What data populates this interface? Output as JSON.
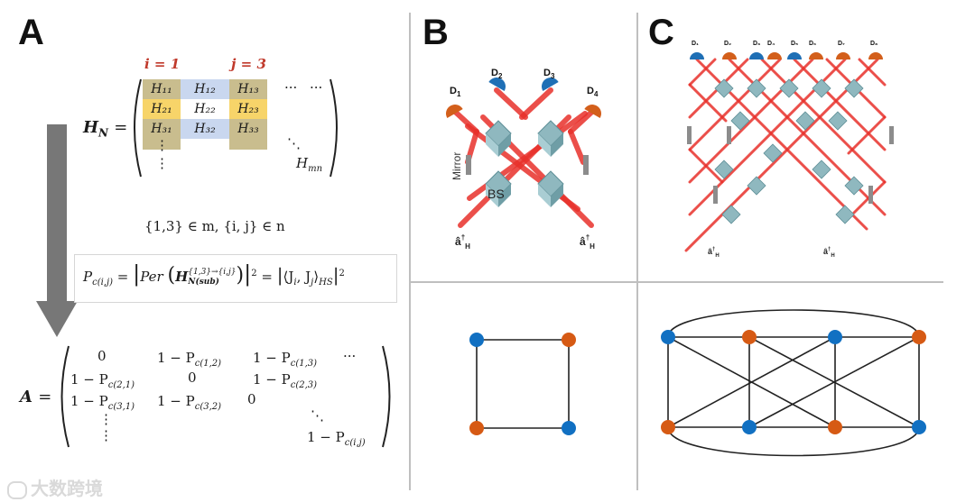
{
  "panels": {
    "a": "A",
    "b": "B",
    "c": "C"
  },
  "panel_a": {
    "i_label": "i = 1",
    "j_label": "j = 3",
    "hn_lhs": "H",
    "hn_sub": "N",
    "equals": "=",
    "cells": {
      "h11": "H₁₁",
      "h12": "H₁₂",
      "h13": "H₁₃",
      "h21": "H₂₁",
      "h22": "H₂₂",
      "h23": "H₂₃",
      "h31": "H₃₁",
      "h32": "H₃₂",
      "h33": "H₃₃",
      "hmn": "H",
      "hmn_sub": "mn",
      "dots": "···",
      "vdots": "⋮",
      "ddots": "⋱"
    },
    "set_line": "{1,3} ∈ m,    {i, j} ∈ n",
    "formula": {
      "p": "P",
      "p_sub": "c(i,j)",
      "eq1": "=",
      "per": "Per",
      "h": "H",
      "h_sup": "{1,3}→{i,j}",
      "h_sub": "N(sub)",
      "sq": "2",
      "eq2": "=",
      "inner": "⟨J",
      "inner_i": "i",
      "inner_mid": ", J",
      "inner_j": "j",
      "inner_end": "⟩",
      "hs": "HS",
      "sq2": "2"
    },
    "a_lhs": "A",
    "a_matrix": {
      "r1": [
        "0",
        "1 − P",
        "c(1,2)",
        "1 − P",
        "c(1,3)",
        "···"
      ],
      "r2": [
        "1 − P",
        "c(2,1)",
        "0",
        "1 − P",
        "c(2,3)"
      ],
      "r3": [
        "1 − P",
        "c(3,1)",
        "1 − P",
        "c(3,2)",
        "0"
      ],
      "last": [
        "1 − P",
        "c(i,j)"
      ]
    }
  },
  "panel_b": {
    "detectors": [
      "D",
      "D",
      "D",
      "D"
    ],
    "detector_subs": [
      "1",
      "2",
      "3",
      "4"
    ],
    "mirror_label": "Mirror",
    "bs_label": "BS",
    "input_left": "â",
    "input_right": "â",
    "input_sup": "†",
    "input_sub": "H"
  },
  "panel_c": {
    "detectors": [
      "D₁",
      "D₂",
      "D₃",
      "D₄",
      "D₅",
      "D₆",
      "D₇",
      "D₈"
    ],
    "input_left": "â",
    "input_right": "â",
    "input_sup": "†",
    "input_sub": "H"
  },
  "graph_b": {
    "nodes": [
      {
        "id": "b1",
        "color": "blue"
      },
      {
        "id": "b2",
        "color": "orange"
      },
      {
        "id": "b3",
        "color": "orange"
      },
      {
        "id": "b4",
        "color": "blue"
      }
    ]
  },
  "graph_c": {
    "nodes": [
      {
        "id": "c1",
        "color": "blue"
      },
      {
        "id": "c2",
        "color": "orange"
      },
      {
        "id": "c3",
        "color": "blue"
      },
      {
        "id": "c4",
        "color": "orange"
      },
      {
        "id": "c5",
        "color": "orange"
      },
      {
        "id": "c6",
        "color": "blue"
      },
      {
        "id": "c7",
        "color": "orange"
      },
      {
        "id": "c8",
        "color": "blue"
      }
    ]
  },
  "colors": {
    "beam": "#e8302a",
    "detector_orange": "#d35f1b",
    "detector_blue": "#1f6fb5",
    "node_blue": "#1170c2",
    "node_orange": "#d65a14",
    "bs_teal": "#8fb8bf",
    "arrow_gray": "#777777",
    "divider": "#bfbfbf"
  },
  "watermark": "大数跨境"
}
